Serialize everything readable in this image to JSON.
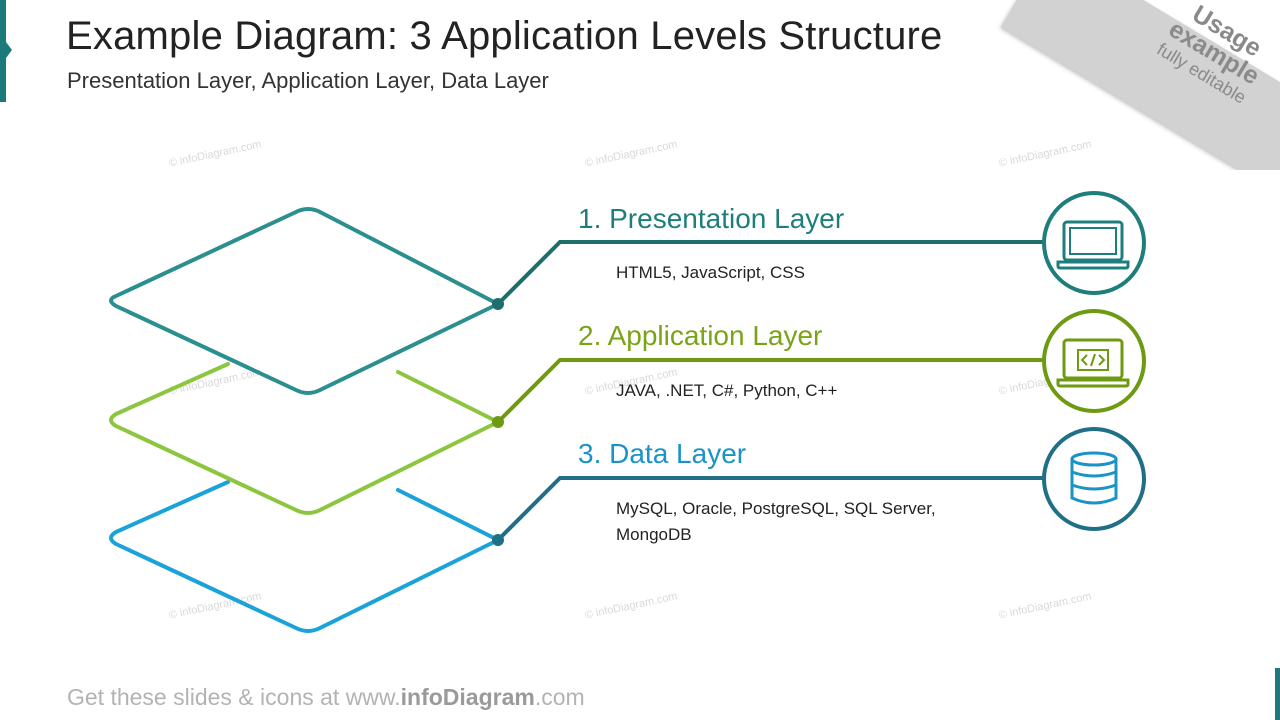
{
  "header": {
    "title": "Example Diagram: 3 Application Levels Structure",
    "subtitle": "Presentation Layer, Application Layer, Data Layer"
  },
  "badge": {
    "line1": "Usage",
    "line2": "example",
    "line3": "fully editable"
  },
  "watermark": "© infoDiagram.com",
  "layers": [
    {
      "title": "1. Presentation Layer",
      "desc": "HTML5, JavaScript, CSS",
      "icon": "laptop-icon",
      "color": "#1e7e7c"
    },
    {
      "title": "2. Application Layer",
      "desc": "JAVA, .NET, C#, Python, C++",
      "icon": "code-laptop-icon",
      "color": "#7aa315"
    },
    {
      "title": "3. Data Layer",
      "desc": "MySQL, Oracle, PostgreSQL, SQL Server, MongoDB",
      "icon": "database-icon",
      "color": "#1a93c6"
    }
  ],
  "colors": {
    "presentation_outline": "#2a8f8e",
    "application_outline": "#8cc63f",
    "data_outline": "#1aa3d9",
    "accent": "#1d7a7a"
  },
  "footer": {
    "prefix": "Get these slides & icons at www.",
    "brand": "infoDiagram",
    "suffix": ".com"
  }
}
